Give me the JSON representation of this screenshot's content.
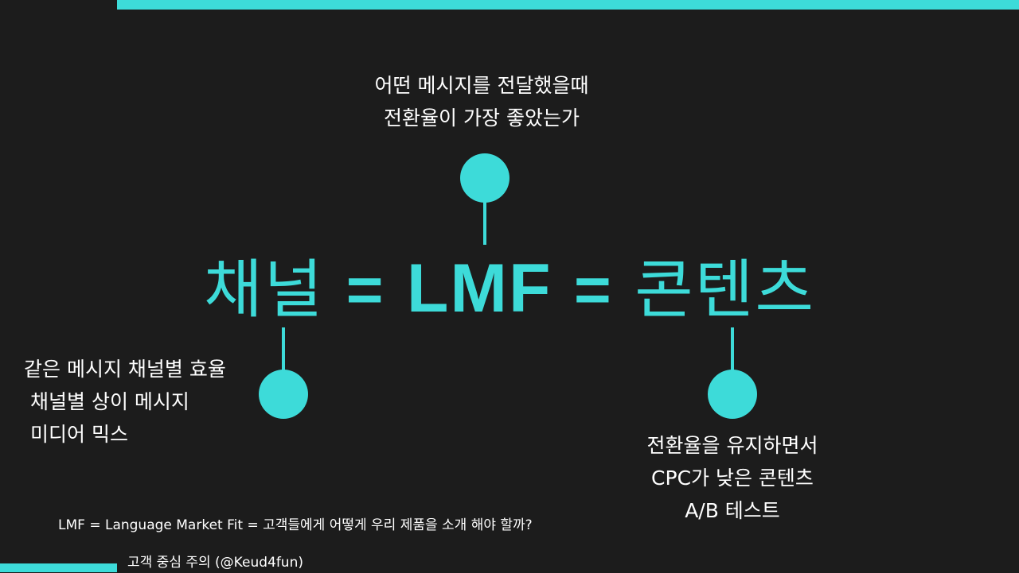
{
  "accent_color": "#3ddbd9",
  "background_color": "#1c1c1c",
  "title": {
    "part1": "채널",
    "eq1": "=",
    "lmf": "LMF",
    "eq2": "=",
    "part2": "콘텐츠"
  },
  "top_node": {
    "line1": "어떤 메시지를 전달했을때",
    "line2": "전환율이 가장 좋았는가"
  },
  "left_node": {
    "line1": "같은 메시지 채널별 효율",
    "line2": "채널별 상이 메시지",
    "line3": "미디어 믹스"
  },
  "right_node": {
    "line1": "전환율을 유지하면서",
    "line2": "CPC가 낮은 콘텐츠",
    "line3": "A/B 테스트"
  },
  "footnote": "LMF = Language Market Fit = 고객들에게 어떻게 우리 제품을 소개 해야 할까?",
  "credit": "고객 중심 주의 (@Keud4fun)"
}
